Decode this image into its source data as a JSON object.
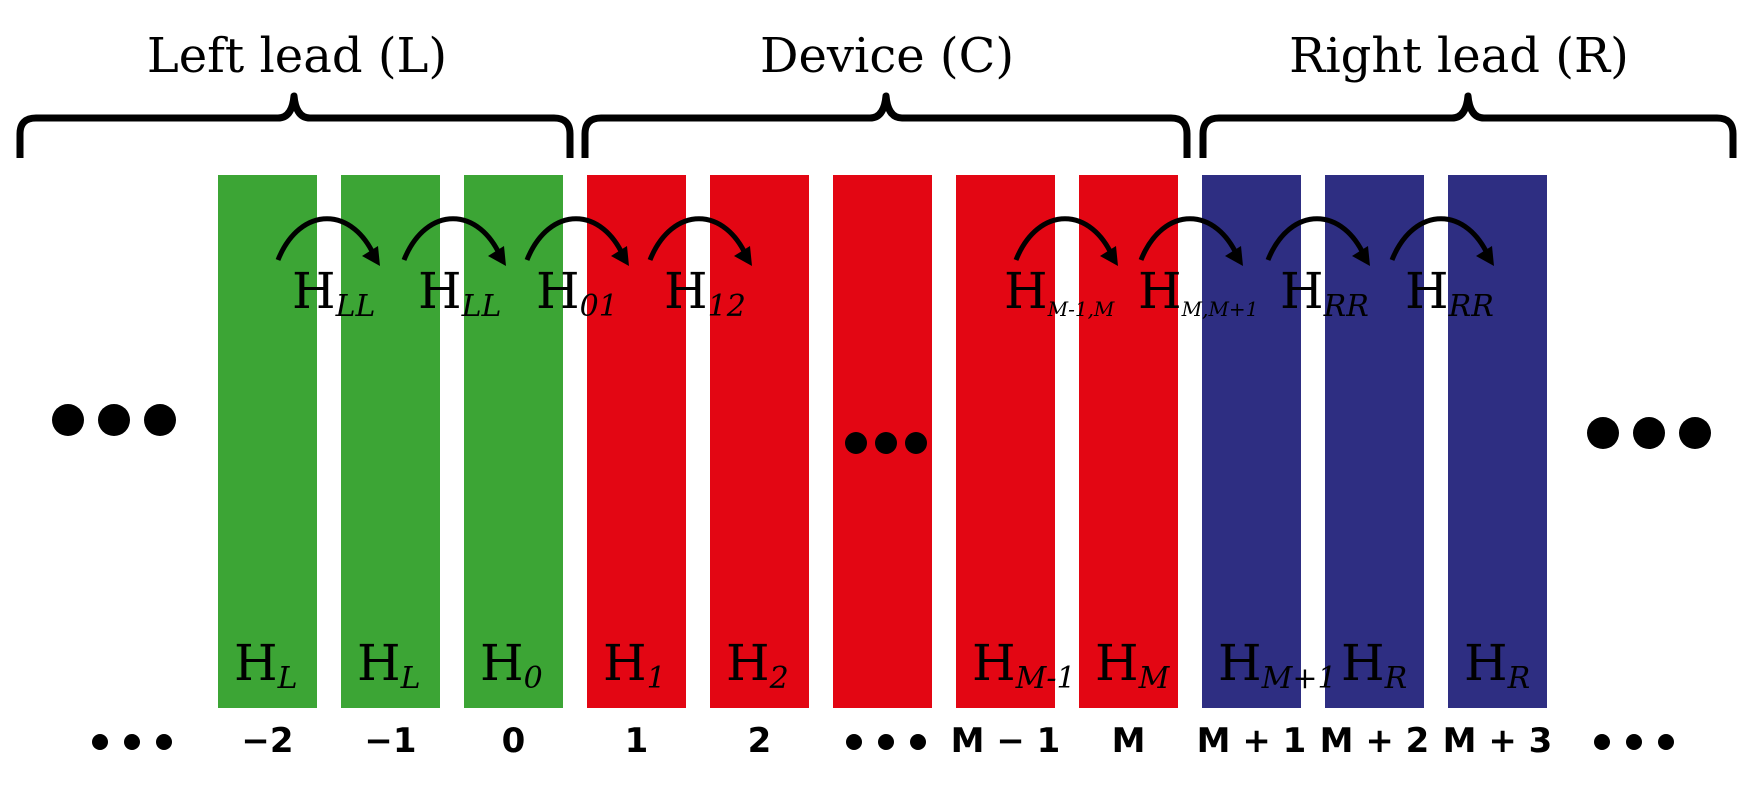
{
  "colors": {
    "left_lead": "#3ca535",
    "device": "#e30613",
    "right_lead": "#2e2e82",
    "ink": "#000000",
    "background": "#ffffff"
  },
  "regions": [
    {
      "id": "left",
      "label": "Left lead (L)"
    },
    {
      "id": "device",
      "label": "Device (C)"
    },
    {
      "id": "right",
      "label": "Right lead (R)"
    }
  ],
  "layers": [
    {
      "region": "left",
      "h_main": "H",
      "h_sub": "L",
      "index": "−2"
    },
    {
      "region": "left",
      "h_main": "H",
      "h_sub": "L",
      "index": "−1"
    },
    {
      "region": "left",
      "h_main": "H",
      "h_sub": "0",
      "index": "0"
    },
    {
      "region": "device",
      "h_main": "H",
      "h_sub": "1",
      "index": "1"
    },
    {
      "region": "device",
      "h_main": "H",
      "h_sub": "2",
      "index": "2"
    },
    {
      "region": "device",
      "h_main": "",
      "h_sub": "",
      "index": "",
      "ellipsis": true
    },
    {
      "region": "device",
      "h_main": "H",
      "h_sub": "M-1",
      "index": "M − 1"
    },
    {
      "region": "device",
      "h_main": "H",
      "h_sub": "M",
      "index": "M"
    },
    {
      "region": "right",
      "h_main": "H",
      "h_sub": "M+1",
      "index": "M + 1"
    },
    {
      "region": "right",
      "h_main": "H",
      "h_sub": "R",
      "index": "M + 2"
    },
    {
      "region": "right",
      "h_main": "H",
      "h_sub": "R",
      "index": "M + 3"
    }
  ],
  "couplings": [
    {
      "main": "H",
      "sub": "LL"
    },
    {
      "main": "H",
      "sub": "LL"
    },
    {
      "main": "H",
      "sub": "01"
    },
    {
      "main": "H",
      "sub": "12"
    },
    {
      "main": "H",
      "sub": "M-1,M"
    },
    {
      "main": "H",
      "sub": "M,M+1"
    },
    {
      "main": "H",
      "sub": "RR"
    },
    {
      "main": "H",
      "sub": "RR"
    }
  ]
}
